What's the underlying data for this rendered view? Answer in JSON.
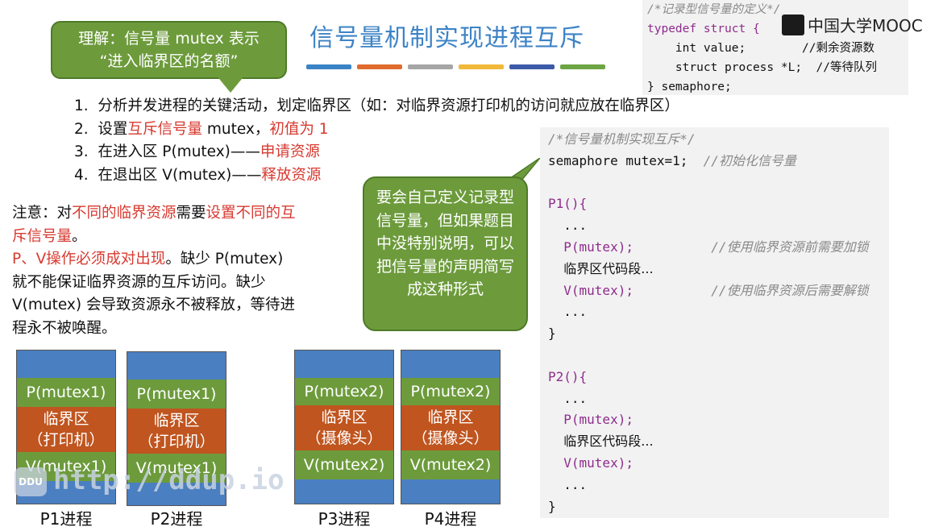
{
  "slide": {
    "title": "信号量机制实现进程互斥",
    "color_bar_colors": [
      "#3a83c6",
      "#e06b2d",
      "#a6a6a6",
      "#f1b83a",
      "#3d5aa8",
      "#6da544"
    ]
  },
  "callout_top": {
    "line1": "理解：信号量 mutex 表示",
    "line2": "“进入临界区的名额”"
  },
  "logo": {
    "text": "中国大学MOOC"
  },
  "code_top": {
    "lines": [
      "/*记录型信号量的定义*/",
      "typedef struct {",
      "    int value;        //剩余资源数",
      "    struct process *L;  //等待队列",
      "} semaphore;"
    ]
  },
  "steps": [
    {
      "num": "1.",
      "text": "分析并发进程的关键活动，划定临界区（如：对临界资源打印机的访问就应放在临界区）"
    },
    {
      "num": "2.",
      "pre": "设置",
      "red1": "互斥信号量",
      "mid": " mutex，",
      "red2": "初值为 1"
    },
    {
      "num": "3.",
      "pre": "在进入区 P(mutex)——",
      "red": "申请资源"
    },
    {
      "num": "4.",
      "pre": "在退出区 V(mutex)——",
      "red": "释放资源"
    }
  ],
  "note": {
    "p1_pre": "注意：对",
    "p1_red1": "不同的临界资源",
    "p1_mid": "需要",
    "p1_red2": "设置不同的互斥信号量",
    "p1_end": "。",
    "p2_red": "P、V操作必须成对出现",
    "p2_rest": "。缺少 P(mutex) 就不能保证临界资源的互斥访问。缺少 V(mutex) 会导致资源永不被释放，等待进程永不被唤醒。"
  },
  "callout_mid": {
    "text": "要会自己定义记录型信号量，但如果题目中没特别说明，可以把信号量的声明简写成这种形式"
  },
  "code_main": {
    "comment": "/*信号量机制实现互斥*/",
    "decl": "semaphore mutex=1;",
    "decl_comment": "//初始化信号量",
    "p1_head": "P1(){",
    "dots": "...",
    "p_call": "P(mutex);",
    "p_comment": "//使用临界资源前需要加锁",
    "cs": "临界区代码段...",
    "v_call": "V(mutex);",
    "v_comment": "//使用临界资源后需要解锁",
    "close": "}",
    "p2_head": "P2(){"
  },
  "processes": [
    {
      "p": "P(mutex1)",
      "cs1": "临界区",
      "cs2": "（打印机）",
      "v": "V(mutex1)",
      "label": "P1进程"
    },
    {
      "p": "P(mutex1)",
      "cs1": "临界区",
      "cs2": "（打印机）",
      "v": "V(mutex1)",
      "label": "P2进程"
    },
    {
      "p": "P(mutex2)",
      "cs1": "临界区",
      "cs2": "（摄像头）",
      "v": "V(mutex2)",
      "label": "P3进程"
    },
    {
      "p": "P(mutex2)",
      "cs1": "临界区",
      "cs2": "（摄像头）",
      "v": "V(mutex2)",
      "label": "P4进程"
    }
  ],
  "watermark": {
    "badge": "DDU",
    "text": "http://ddup.io"
  }
}
